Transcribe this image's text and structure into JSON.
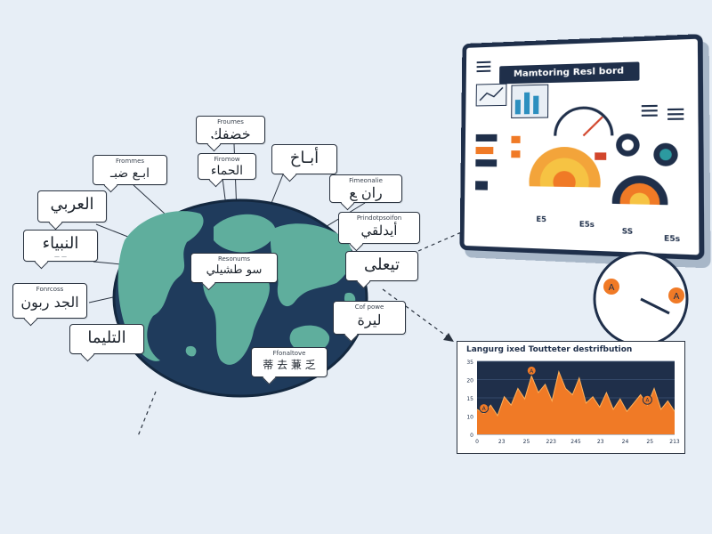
{
  "colors": {
    "background": "#e7eef6",
    "ocean": "#1f3b5c",
    "land": "#5fae9d",
    "accent_orange": "#f07a26",
    "dashboard_navy": "#1f2f4a"
  },
  "bubbles": [
    {
      "id": "b1",
      "caption": "Froumes",
      "text": "خضفك"
    },
    {
      "id": "b2",
      "caption": "Frommes",
      "text": "ابـع ضبـ"
    },
    {
      "id": "b3",
      "caption": "Firomow",
      "text": "الحماء"
    },
    {
      "id": "b4",
      "caption": "",
      "text": "أبـاخ"
    },
    {
      "id": "b5",
      "caption": "Fimeonalie",
      "text": "ﺭﺍﻥ ﻊ"
    },
    {
      "id": "b6",
      "caption": "",
      "text": "العربي"
    },
    {
      "id": "b7",
      "caption": "",
      "text": "النبياء",
      "sub": "— —"
    },
    {
      "id": "b8",
      "caption": "Fonrcoss",
      "text": "الجد ربون"
    },
    {
      "id": "b9",
      "caption": "",
      "text": "التليما"
    },
    {
      "id": "b10",
      "caption": "Resonums",
      "text": "ﺳﻮ ﻃﺸﻴﻠﻲ"
    },
    {
      "id": "b11",
      "caption": "Prindotpsoifon",
      "text": "أيدلقي"
    },
    {
      "id": "b12",
      "caption": "",
      "text": "تيعلى"
    },
    {
      "id": "b13",
      "caption": "Cof powe",
      "text": "ليرة"
    },
    {
      "id": "b14",
      "caption": "Ffonaltove",
      "text": "蒂 去 蒹 乏"
    }
  ],
  "dashboard": {
    "title": "Mamtoring Resl bord",
    "ticks": [
      "E5",
      "E5s",
      "SS",
      "E5s"
    ]
  },
  "chart": {
    "title": "Langurg ixed Toutteter destrifbution"
  },
  "chart_data": {
    "type": "area",
    "title": "Langurg ixed Toutteter destrifbution",
    "xlabel": "",
    "ylabel": "",
    "x_tick_labels": [
      "0",
      "23",
      "25",
      "223",
      "245",
      "23",
      "24",
      "25",
      "213"
    ],
    "y_tick_labels": [
      "35",
      "20",
      "15",
      "10",
      "0"
    ],
    "ylim": [
      0,
      35
    ],
    "grid": true,
    "series": [
      {
        "values": [
          12,
          10,
          14,
          9,
          18,
          14,
          22,
          17,
          28,
          20,
          24,
          16,
          30,
          22,
          19,
          27,
          15,
          18,
          13,
          20,
          12,
          17,
          11,
          15,
          19,
          14,
          22,
          12,
          16,
          11
        ]
      }
    ],
    "markers": [
      {
        "index": 1,
        "label": "A"
      },
      {
        "index": 8,
        "label": "A"
      },
      {
        "index": 25,
        "label": "A"
      }
    ]
  }
}
